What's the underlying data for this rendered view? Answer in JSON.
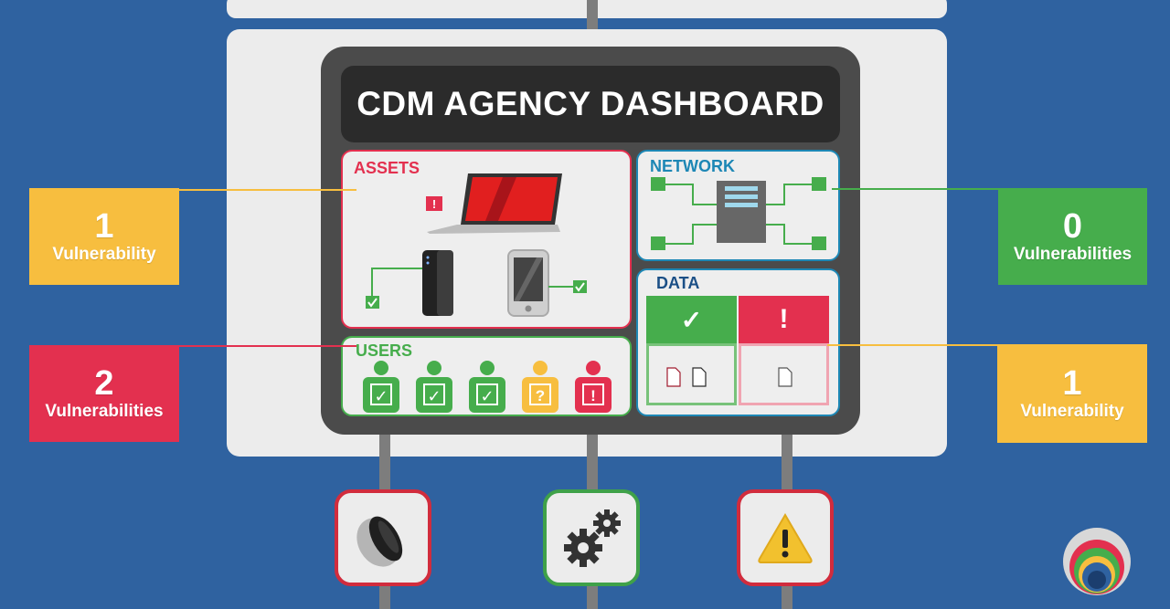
{
  "dashboard": {
    "title": "CDM AGENCY DASHBOARD"
  },
  "panels": {
    "assets": {
      "title": "ASSETS",
      "alert": "!"
    },
    "network": {
      "title": "NETWORK"
    },
    "users": {
      "title": "USERS",
      "user_marks": [
        "✓",
        "✓",
        "✓",
        "?",
        "!"
      ]
    },
    "data": {
      "title": "DATA",
      "ok_mark": "✓",
      "alert_mark": "!"
    }
  },
  "badges": {
    "assets": {
      "number": "1",
      "label": "Vulnerability",
      "color": "#f7be3f"
    },
    "users": {
      "number": "2",
      "label": "Vulnerabilities",
      "color": "#e3304f"
    },
    "network": {
      "number": "0",
      "label": "Vulnerabilities",
      "color": "#46ad4c"
    },
    "data": {
      "number": "1",
      "label": "Vulnerability",
      "color": "#f7be3f"
    }
  },
  "tools": [
    {
      "icon": "sensor-dish-icon",
      "border": "#d12c3d"
    },
    {
      "icon": "gears-icon",
      "border": "#3fa149"
    },
    {
      "icon": "warning-icon",
      "border": "#d12c3d"
    }
  ],
  "colors": {
    "background": "#2f62a0",
    "red": "#e3304f",
    "green": "#46ad4c",
    "yellow": "#f7be3f",
    "network_blue": "#1d87b5"
  }
}
